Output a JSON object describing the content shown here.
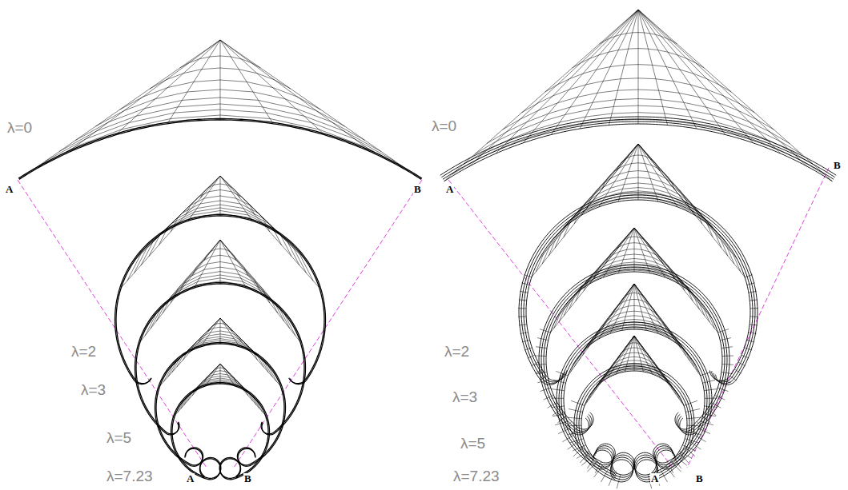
{
  "diagram": {
    "labels": [
      "λ=0",
      "A",
      "B",
      "λ=2",
      "λ=3",
      "λ=5",
      "λ=7.23",
      "A",
      "B",
      "λ=0",
      "A",
      "B",
      "λ=2",
      "λ=3",
      "λ=5",
      "λ=7.23",
      "A",
      "B"
    ]
  }
}
